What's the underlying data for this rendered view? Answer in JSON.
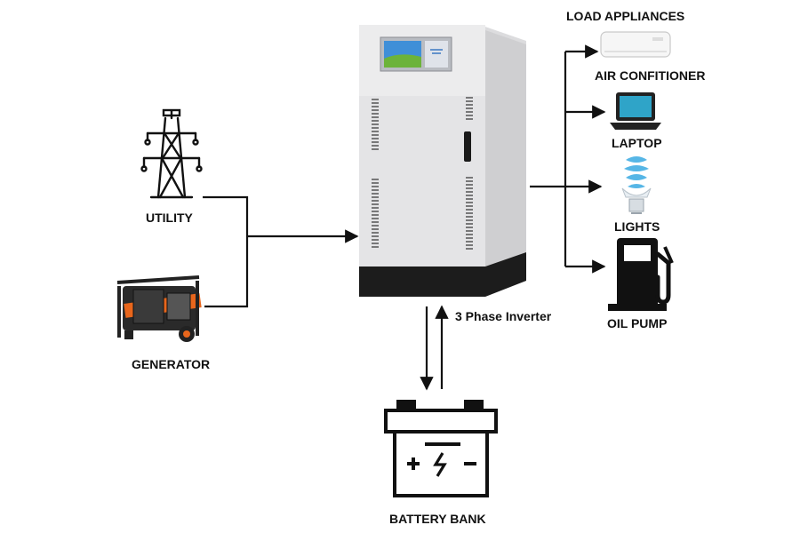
{
  "labels": {
    "load_appliances": "LOAD APPLIANCES",
    "air_conditioner": "AIR CONFITIONER",
    "laptop": "LAPTOP",
    "lights": "LIGHTS",
    "oil_pump": "OIL PUMP",
    "utility": "UTILITY",
    "generator": "GENERATOR",
    "inverter": "3 Phase Inverter",
    "battery_bank": "BATTERY BANK"
  },
  "icons": {
    "tower": "power-tower-icon",
    "generator": "generator-icon",
    "inverter": "inverter-cabinet",
    "air_conditioner": "air-conditioner-icon",
    "laptop": "laptop-icon",
    "lights": "light-bulb-icon",
    "oil_pump": "fuel-pump-icon",
    "battery": "battery-icon"
  },
  "colors": {
    "line": "#111111",
    "cabinet": "#e9e9ea",
    "cabinet_side": "#cfcfd1",
    "cabinet_base": "#1c1c1c",
    "generator_orange": "#e8661c",
    "screen_sky": "#3f8fd8",
    "screen_grass": "#6cb33a",
    "bulb_blue": "#56b6e6"
  }
}
